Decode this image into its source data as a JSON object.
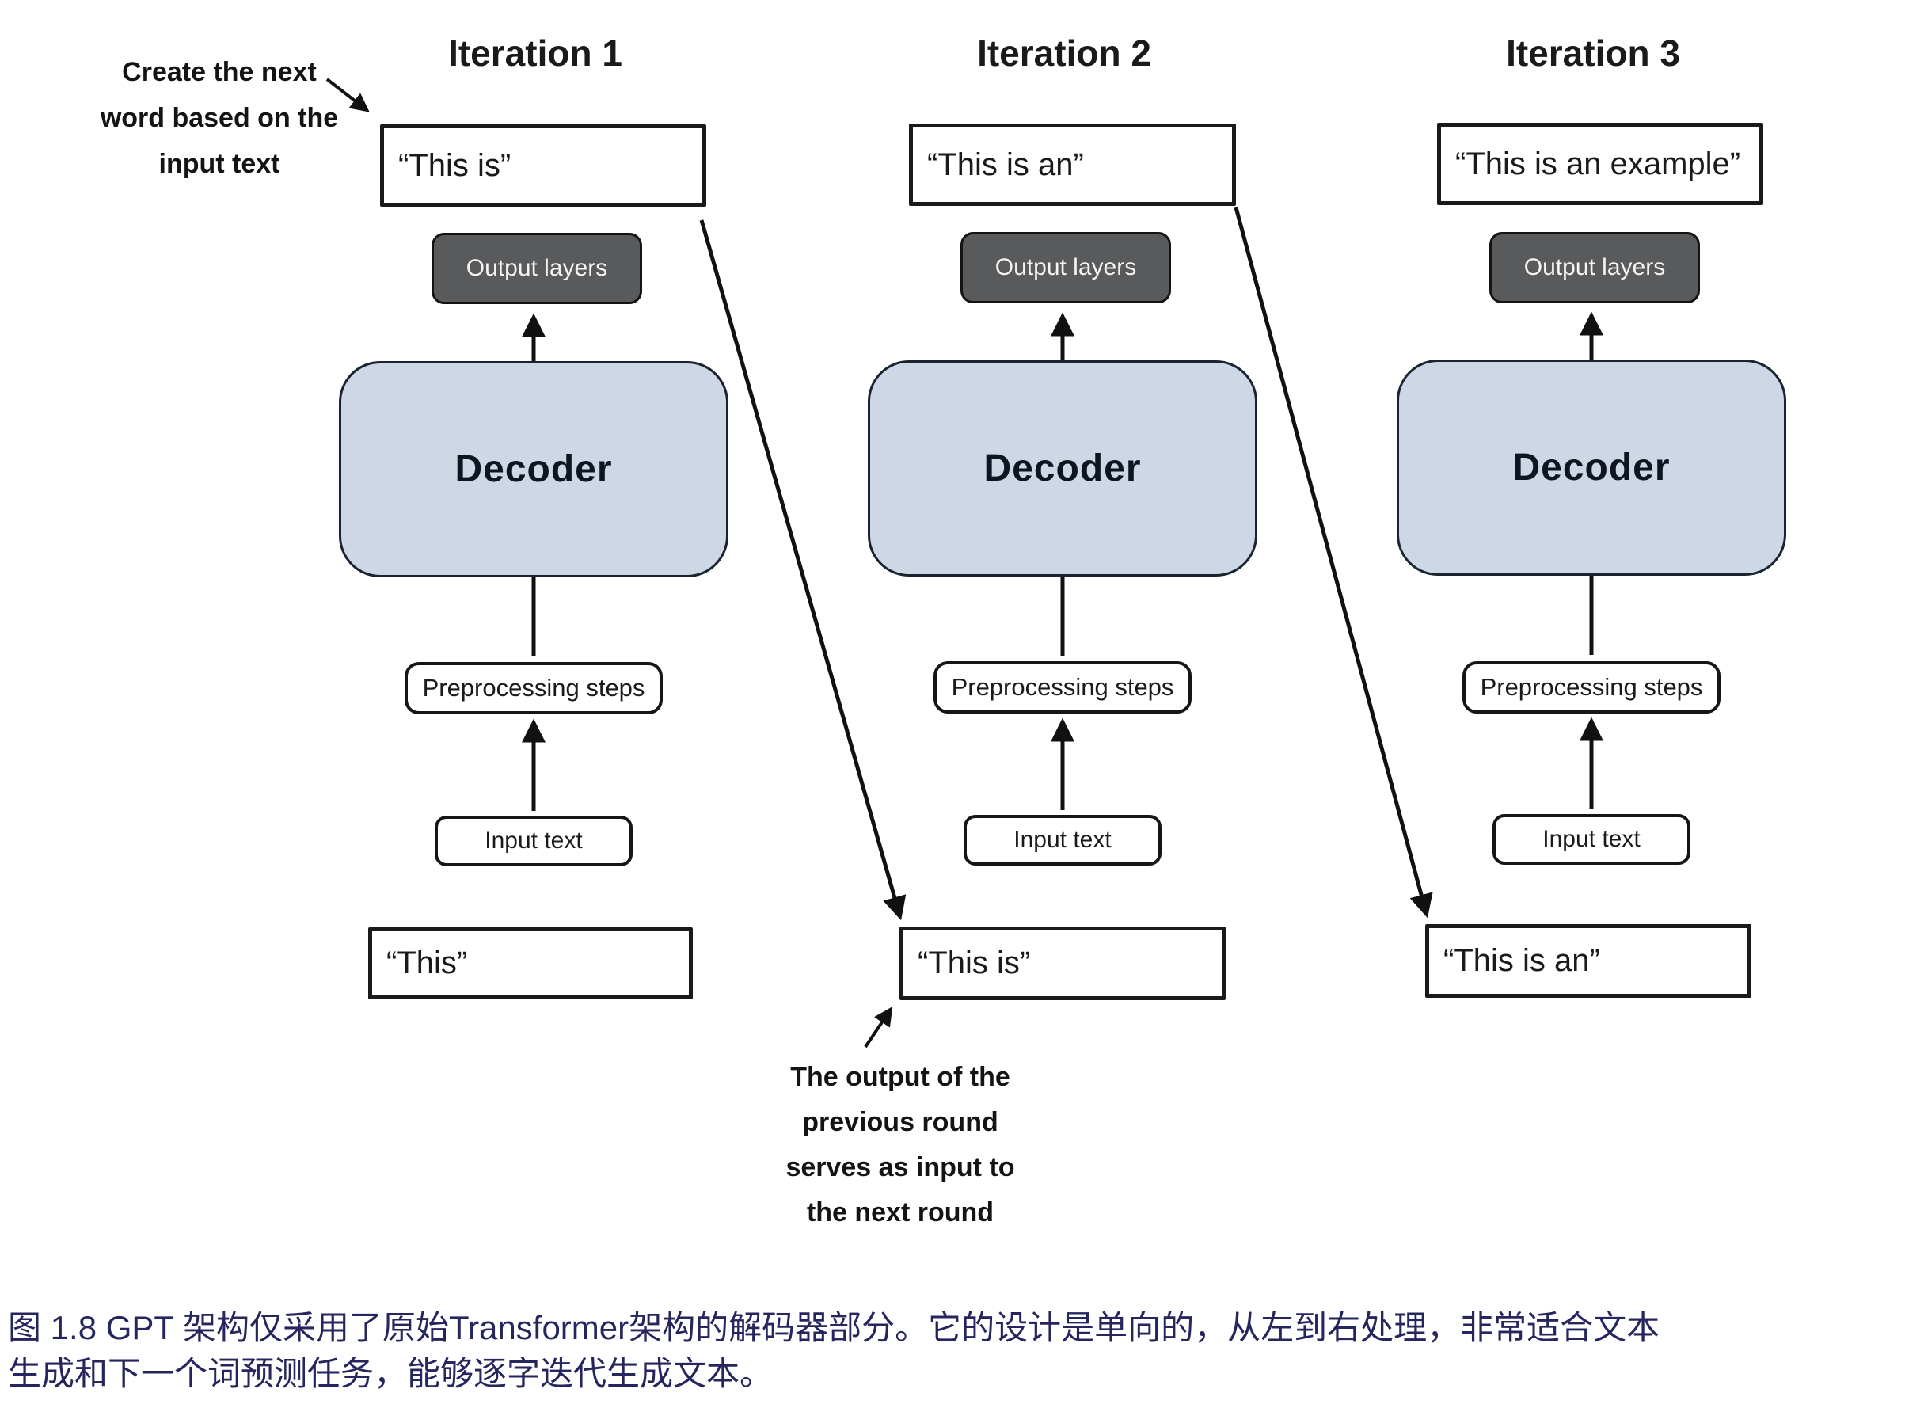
{
  "figure": {
    "annotations": {
      "create_next": {
        "line1": "Create the next",
        "line2": "word based on the",
        "line3": "input text"
      },
      "output_previous": {
        "line1": "The output of the",
        "line2": "previous round",
        "line3": "serves as input to",
        "line4": "the next round"
      }
    },
    "columns": [
      {
        "title": "Iteration 1",
        "result": "“This is”",
        "output_layers": "Output layers",
        "decoder": "Decoder",
        "preprocessing": "Preprocessing steps",
        "input_text": "Input text",
        "bottom": "“This”"
      },
      {
        "title": "Iteration 2",
        "result": "“This is an”",
        "output_layers": "Output layers",
        "decoder": "Decoder",
        "preprocessing": "Preprocessing steps",
        "input_text": "Input text",
        "bottom": "“This is”"
      },
      {
        "title": "Iteration 3",
        "result": "“This is an example”",
        "output_layers": "Output layers",
        "decoder": "Decoder",
        "preprocessing": "Preprocessing steps",
        "input_text": "Input text",
        "bottom": "“This is an”"
      }
    ],
    "caption": {
      "line1": "图 1.8  GPT 架构仅采用了原始Transformer架构的解码器部分。它的设计是单向的，从左到右处理，非常适合文本",
      "line2": "生成和下一个词预测任务，能够逐字迭代生成文本。"
    },
    "colors": {
      "decoder_fill": "#cdd7e6",
      "output_layers_fill": "#595a5c",
      "caption_text": "#26265e"
    }
  }
}
